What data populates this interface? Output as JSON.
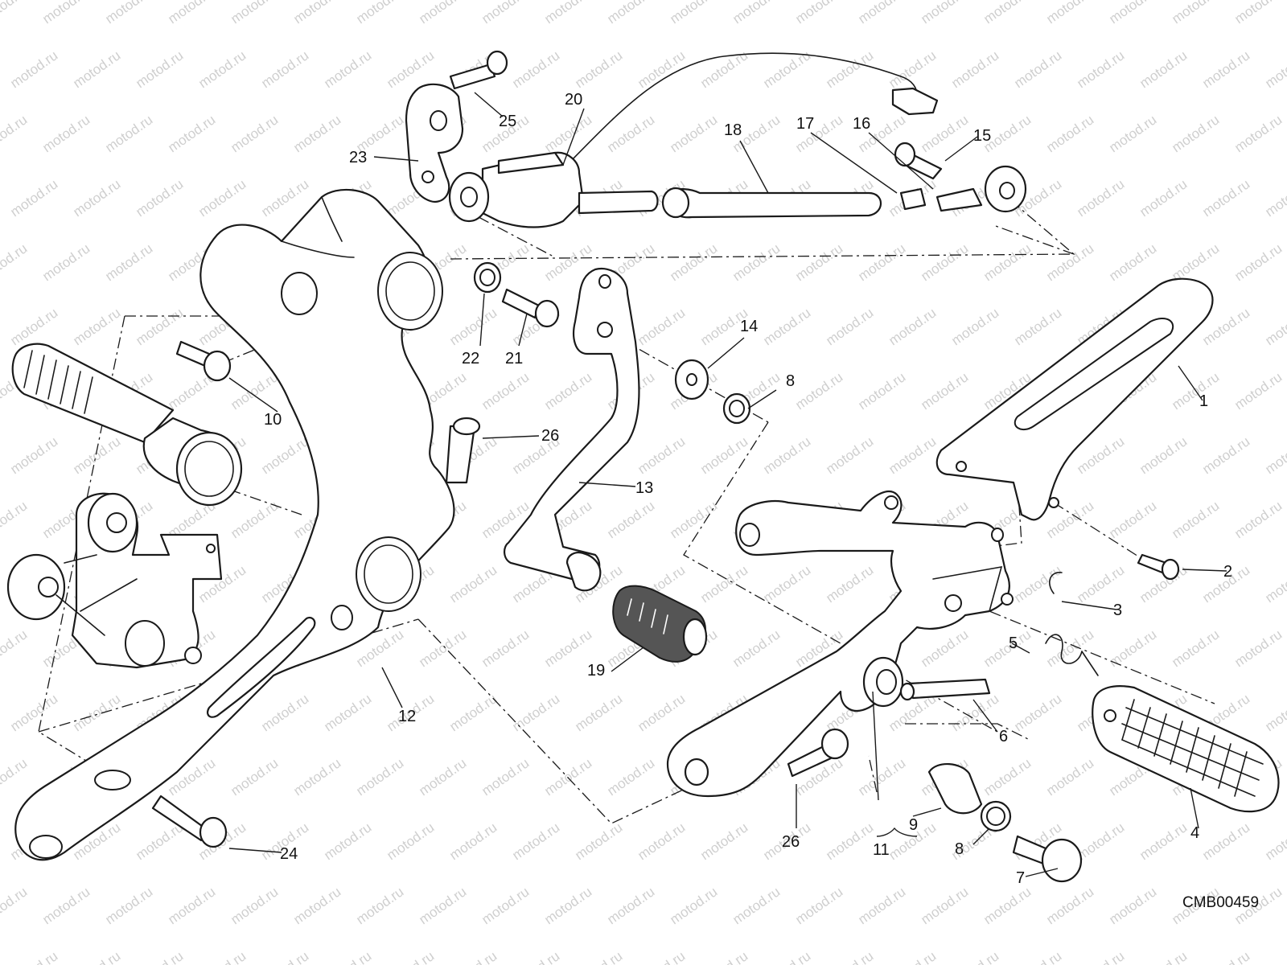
{
  "diagram": {
    "drawing_code": "CMB00459",
    "watermark": "motod.ru",
    "callouts": [
      "1",
      "2",
      "3",
      "4",
      "5",
      "6",
      "7",
      "8",
      "8",
      "9",
      "10",
      "11",
      "12",
      "13",
      "14",
      "15",
      "16",
      "17",
      "18",
      "19",
      "20",
      "21",
      "22",
      "23",
      "24",
      "25",
      "26",
      "26"
    ]
  },
  "chart_data": {
    "type": "diagram",
    "title": "",
    "part_numbers": [
      1,
      2,
      3,
      4,
      5,
      6,
      7,
      8,
      9,
      10,
      11,
      12,
      13,
      14,
      15,
      16,
      17,
      18,
      19,
      20,
      21,
      22,
      23,
      24,
      25,
      26
    ]
  }
}
